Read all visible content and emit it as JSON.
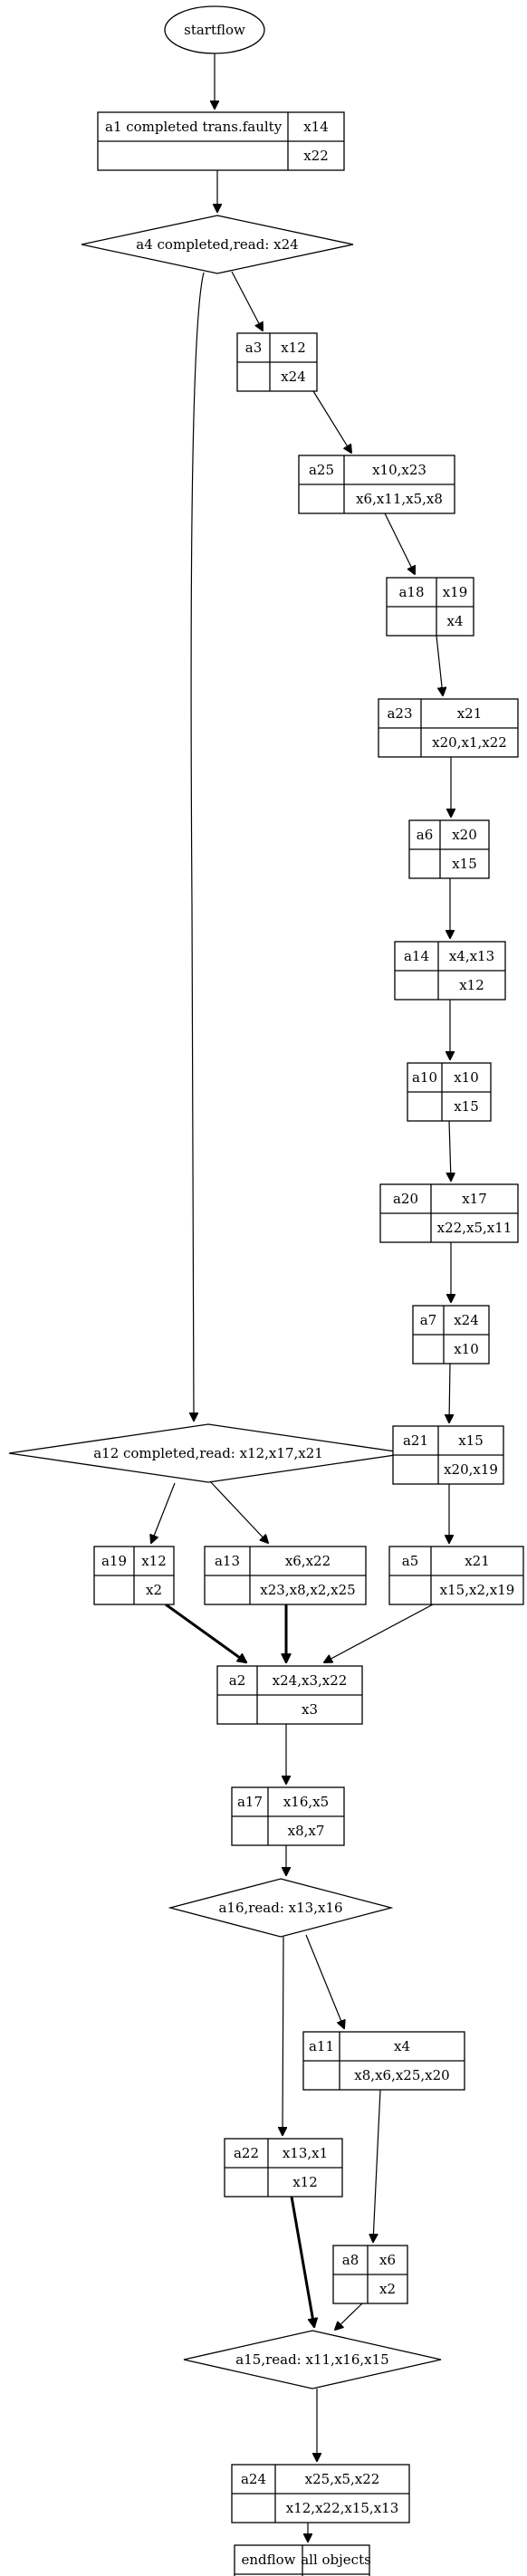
{
  "start": "startflow",
  "tables": [
    {
      "id": "a1",
      "top": "x14",
      "bottom": "x22"
    },
    {
      "id": "a3",
      "top": "x12",
      "bottom": "x24"
    },
    {
      "id": "a25",
      "top": "x10,x23",
      "bottom": "x6,x11,x5,x8"
    },
    {
      "id": "a18",
      "top": "x19",
      "bottom": "x4"
    },
    {
      "id": "a23",
      "top": "x21",
      "bottom": "x20,x1,x22"
    },
    {
      "id": "a6",
      "top": "x20",
      "bottom": "x15"
    },
    {
      "id": "a14",
      "top": "x4,x13",
      "bottom": "x12"
    },
    {
      "id": "a10",
      "top": "x10",
      "bottom": "x15"
    },
    {
      "id": "a20",
      "top": "x17",
      "bottom": "x22,x5,x11"
    },
    {
      "id": "a7",
      "top": "x24",
      "bottom": "x10"
    },
    {
      "id": "a21",
      "top": "x15",
      "bottom": "x20,x19"
    },
    {
      "id": "a19",
      "top": "x12",
      "bottom": "x2"
    },
    {
      "id": "a13",
      "top": "x6,x22",
      "bottom": "x23,x8,x2,x25"
    },
    {
      "id": "a5",
      "top": "x21",
      "bottom": "x15,x2,x19"
    },
    {
      "id": "a2",
      "top": "x24,x3,x22",
      "bottom": "x3"
    },
    {
      "id": "a17",
      "top": "x16,x5",
      "bottom": "x8,x7"
    },
    {
      "id": "a11",
      "top": "x4",
      "bottom": "x8,x6,x25,x20"
    },
    {
      "id": "a22",
      "top": "x13,x1",
      "bottom": "x12"
    },
    {
      "id": "a8",
      "top": "x6",
      "bottom": "x2"
    },
    {
      "id": "a24",
      "top": "x25,x5,x22",
      "bottom": "x12,x22,x15,x13"
    },
    {
      "id": "endflow",
      "top": "all objects",
      "bottom": ""
    }
  ],
  "a1_label": "a1  completed trans.faulty",
  "decisions": [
    {
      "id": "a4",
      "label": "a4 completed,read: x24"
    },
    {
      "id": "a12",
      "label": "a12 completed,read: x12,x17,x21"
    },
    {
      "id": "a16",
      "label": "a16,read: x13,x16"
    },
    {
      "id": "a15",
      "label": "a15,read: x11,x16,x15"
    }
  ],
  "edges": [
    {
      "from": "startflow",
      "to": "a1"
    },
    {
      "from": "a1",
      "to": "a4"
    },
    {
      "from": "a4",
      "to": "a3"
    },
    {
      "from": "a4",
      "to": "a12"
    },
    {
      "from": "a3",
      "to": "a25"
    },
    {
      "from": "a25",
      "to": "a18"
    },
    {
      "from": "a18",
      "to": "a23"
    },
    {
      "from": "a23",
      "to": "a6"
    },
    {
      "from": "a6",
      "to": "a14"
    },
    {
      "from": "a14",
      "to": "a10"
    },
    {
      "from": "a10",
      "to": "a20"
    },
    {
      "from": "a20",
      "to": "a7"
    },
    {
      "from": "a7",
      "to": "a21"
    },
    {
      "from": "a21",
      "to": "a5"
    },
    {
      "from": "a12",
      "to": "a19"
    },
    {
      "from": "a12",
      "to": "a13"
    },
    {
      "from": "a19",
      "to": "a2",
      "bold": true
    },
    {
      "from": "a13",
      "to": "a2",
      "bold": true
    },
    {
      "from": "a5",
      "to": "a2"
    },
    {
      "from": "a2",
      "to": "a17"
    },
    {
      "from": "a17",
      "to": "a16"
    },
    {
      "from": "a16",
      "to": "a22"
    },
    {
      "from": "a16",
      "to": "a11"
    },
    {
      "from": "a11",
      "to": "a8"
    },
    {
      "from": "a22",
      "to": "a15",
      "bold": true
    },
    {
      "from": "a8",
      "to": "a15"
    },
    {
      "from": "a15",
      "to": "a24"
    },
    {
      "from": "a24",
      "to": "endflow"
    }
  ]
}
